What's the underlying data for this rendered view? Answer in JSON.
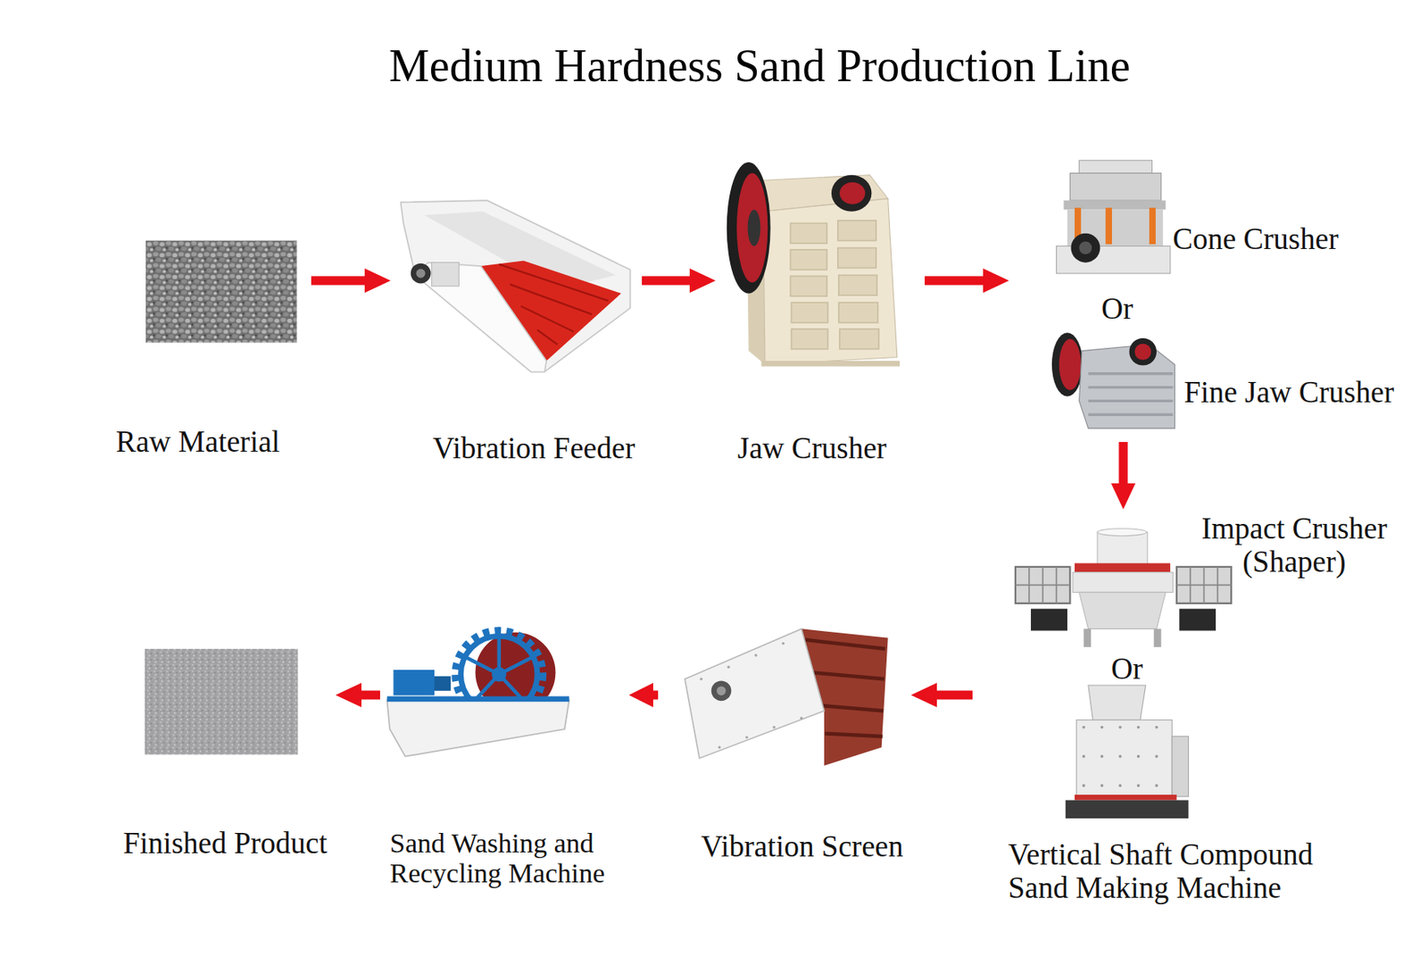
{
  "diagram": {
    "title": "Medium Hardness Sand Production Line",
    "nodes": [
      {
        "text": [
          "Raw Material"
        ]
      },
      {
        "text": [
          "Vibration Feeder"
        ]
      },
      {
        "text": [
          "Jaw Crusher"
        ]
      },
      {
        "text": [
          "Cone Crusher"
        ]
      },
      {
        "text": [
          "Fine Jaw Crusher"
        ]
      },
      {
        "text": [
          "Impact Crusher (Shaper)"
        ]
      },
      {
        "text": [
          "Vertical Shaft Compound Sand Making Machine"
        ]
      },
      {
        "text": [
          "Vibration Screen"
        ]
      },
      {
        "text": [
          "Sand Washing and Recycling Machine"
        ]
      },
      {
        "text": [
          "Finished Product"
        ]
      }
    ],
    "edges": [
      {
        "from": 0,
        "to": 1,
        "arrow": "to"
      },
      {
        "from": 1,
        "to": 2,
        "arrow": "to"
      },
      {
        "from": 2,
        "to": 3,
        "arrow": "to"
      },
      {
        "from": 4,
        "to": 5,
        "arrow": "to"
      },
      {
        "from": 6,
        "to": 7,
        "arrow": "to"
      },
      {
        "from": 7,
        "to": 8,
        "arrow": "to"
      },
      {
        "from": 8,
        "to": 9,
        "arrow": "to"
      }
    ],
    "labels": [
      "Or",
      "Or"
    ]
  }
}
